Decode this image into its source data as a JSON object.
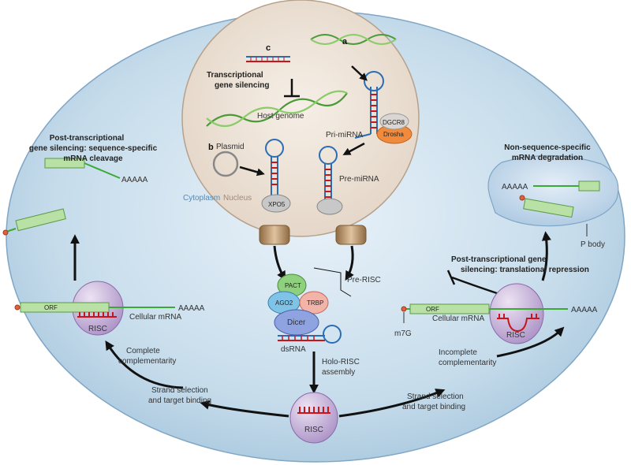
{
  "labels": {
    "c": "c",
    "transcriptional_silencing_1": "Transcriptional",
    "transcriptional_silencing_2": "gene silencing",
    "host_genome": "Host genome",
    "a": "a",
    "b": "b",
    "plasmid": "Plasmid",
    "pri_mirna": "Pri-miRNA",
    "dgcr8": "DGCR8",
    "drosha": "Drosha",
    "pre_mirna": "Pre-miRNA",
    "xpo5": "XPO5",
    "cytoplasm": "Cytoplasm",
    "nucleus": "Nucleus",
    "ptgs_cleavage_1": "Post-transcriptional",
    "ptgs_cleavage_2": "gene silencing: sequence-specific",
    "ptgs_cleavage_3": "mRNA cleavage",
    "polya_left_top": "AAAAA",
    "orf_left": "ORF",
    "polya_left": "AAAAA",
    "cellular_mrna_left": "Cellular mRNA",
    "risc_left": "RISC",
    "complete_comp_1": "Complete",
    "complete_comp_2": "complementarity",
    "strand_left_1": "Strand selection",
    "strand_left_2": "and target binding",
    "pre_risc": "Pre-RISC",
    "pact": "PACT",
    "ago2": "AGO2",
    "trbp": "TRBP",
    "dicer": "Dicer",
    "dsrna": "dsRNA",
    "holo_risc_1": "Holo-RISC",
    "holo_risc_2": "assembly",
    "risc_center": "RISC",
    "nonspecific_1": "Non-sequence-specific",
    "nonspecific_2": "mRNA degradation",
    "polya_right_top": "AAAAA",
    "p_body": "P body",
    "ptgs_transl_1": "Post-transcriptional gene",
    "ptgs_transl_2": "silencing: translational repression",
    "orf_right": "ORF",
    "cellular_mrna_right": "Cellular mRNA",
    "polya_right": "AAAAA",
    "cap": "m7G",
    "risc_right": "RISC",
    "incomplete_comp_1": "Incomplete",
    "incomplete_comp_2": "complementarity",
    "strand_right_1": "Strand selection",
    "strand_right_2": "and target binding"
  },
  "colors": {
    "cell_fill": "#c9dceb",
    "cell_edge": "#7fa6c6",
    "nucleus_fill": "#efe6dc",
    "risc_fill": "#c9b6d8",
    "rna_blue": "#2a6db5",
    "rna_red": "#c4161c",
    "mrna_green": "#3aaa35",
    "orf_fill": "#b9e0a5",
    "ago2_fill": "#7fc4e6",
    "pact_fill": "#8fd07e",
    "trbp_fill": "#f2b3a9",
    "dicer_fill": "#8fa3e0",
    "drosha_fill": "#f08a3c",
    "pbody_fill": "#c4d9eb",
    "pore_fill": "#c9a57a",
    "cytoplasm_label": "#3f8fd0",
    "nucleus_label": "#a08a7a"
  },
  "icons": {
    "dna_helix": "dna-helix-icon",
    "hairpin": "hairpin-rna-icon",
    "plasmid": "plasmid-ring-icon",
    "nuclear_pore": "nuclear-pore-icon"
  }
}
